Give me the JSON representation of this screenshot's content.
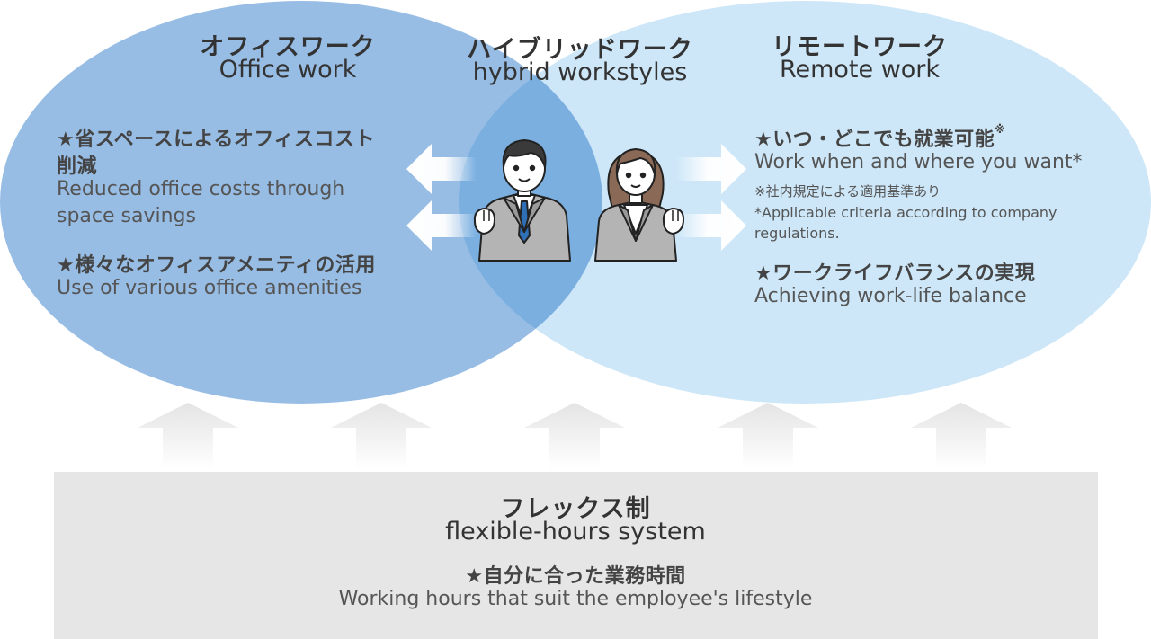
{
  "office": {
    "title_jp": "オフィスワーク",
    "title_en": "Office work",
    "items": [
      {
        "jp_line1": "★省スペースによるオフィスコスト",
        "jp_line2": "削減",
        "en_line1": "Reduced office costs through",
        "en_line2": "space savings"
      },
      {
        "jp_line1": "★様々なオフィスアメニティの活用",
        "en_line1": "Use of various office amenities"
      }
    ]
  },
  "hybrid": {
    "title_jp": "ハイブリッドワーク",
    "title_en": "hybrid workstyles"
  },
  "remote": {
    "title_jp": "リモートワーク",
    "title_en": "Remote work",
    "items": [
      {
        "jp": "★いつ・どこでも就業可能",
        "jp_mark": "※",
        "en": "Work when and where you want*",
        "note_jp": "※社内規定による適用基準あり",
        "note_en_line1": "*Applicable criteria according to company",
        "note_en_line2": "regulations."
      },
      {
        "jp": "★ワークライフバランスの実現",
        "en": "Achieving work-life balance"
      }
    ]
  },
  "flex": {
    "title_jp": "フレックス制",
    "title_en": "flexible-hours system",
    "item_jp": "★自分に合った業務時間",
    "item_en": "Working hours that suit the employee's lifestyle"
  },
  "colors": {
    "office_circle": "#97bde5",
    "remote_circle": "#cde7f8",
    "overlap": "#7aafe0",
    "base_box": "#e6e6e6"
  }
}
